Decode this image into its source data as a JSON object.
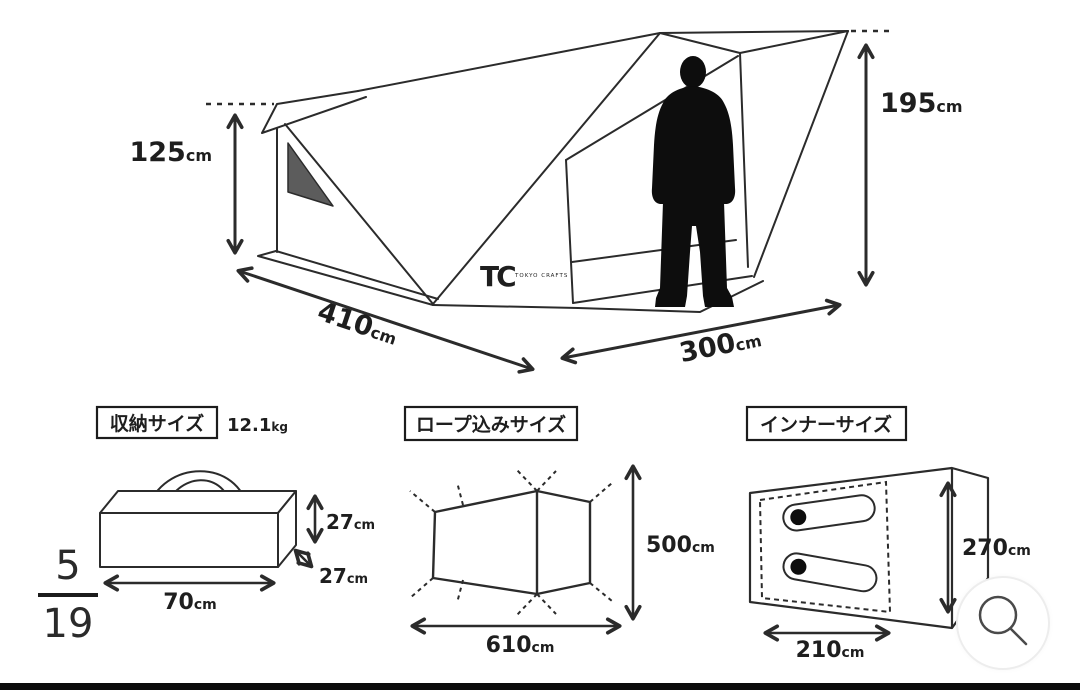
{
  "viewer": {
    "page_current": "5",
    "page_total": "19"
  },
  "brand": {
    "logo_glyph": "TC",
    "logo_name": "TOKYO CRAFTS"
  },
  "tent_diagram": {
    "peak_height_left": {
      "value": "125",
      "unit": "cm"
    },
    "peak_height_right": {
      "value": "195",
      "unit": "cm"
    },
    "length": {
      "value": "410",
      "unit": "cm"
    },
    "width": {
      "value": "300",
      "unit": "cm"
    }
  },
  "storage": {
    "title": "収納サイズ",
    "weight": {
      "value": "12.1",
      "unit": "kg"
    },
    "height": {
      "value": "27",
      "unit": "cm"
    },
    "depth": {
      "value": "27",
      "unit": "cm"
    },
    "width": {
      "value": "70",
      "unit": "cm"
    }
  },
  "rope_size": {
    "title": "ロープ込みサイズ",
    "depth": {
      "value": "500",
      "unit": "cm"
    },
    "width": {
      "value": "610",
      "unit": "cm"
    }
  },
  "inner_size": {
    "title": "インナーサイズ",
    "depth": {
      "value": "270",
      "unit": "cm"
    },
    "width": {
      "value": "210",
      "unit": "cm"
    }
  },
  "colors": {
    "line": "#2b2b2b",
    "window_fill": "#5c5c5c",
    "silhouette": "#0d0d0d",
    "bottom_bar": "#0b0b0b",
    "zoom_ring": "#ededed"
  }
}
